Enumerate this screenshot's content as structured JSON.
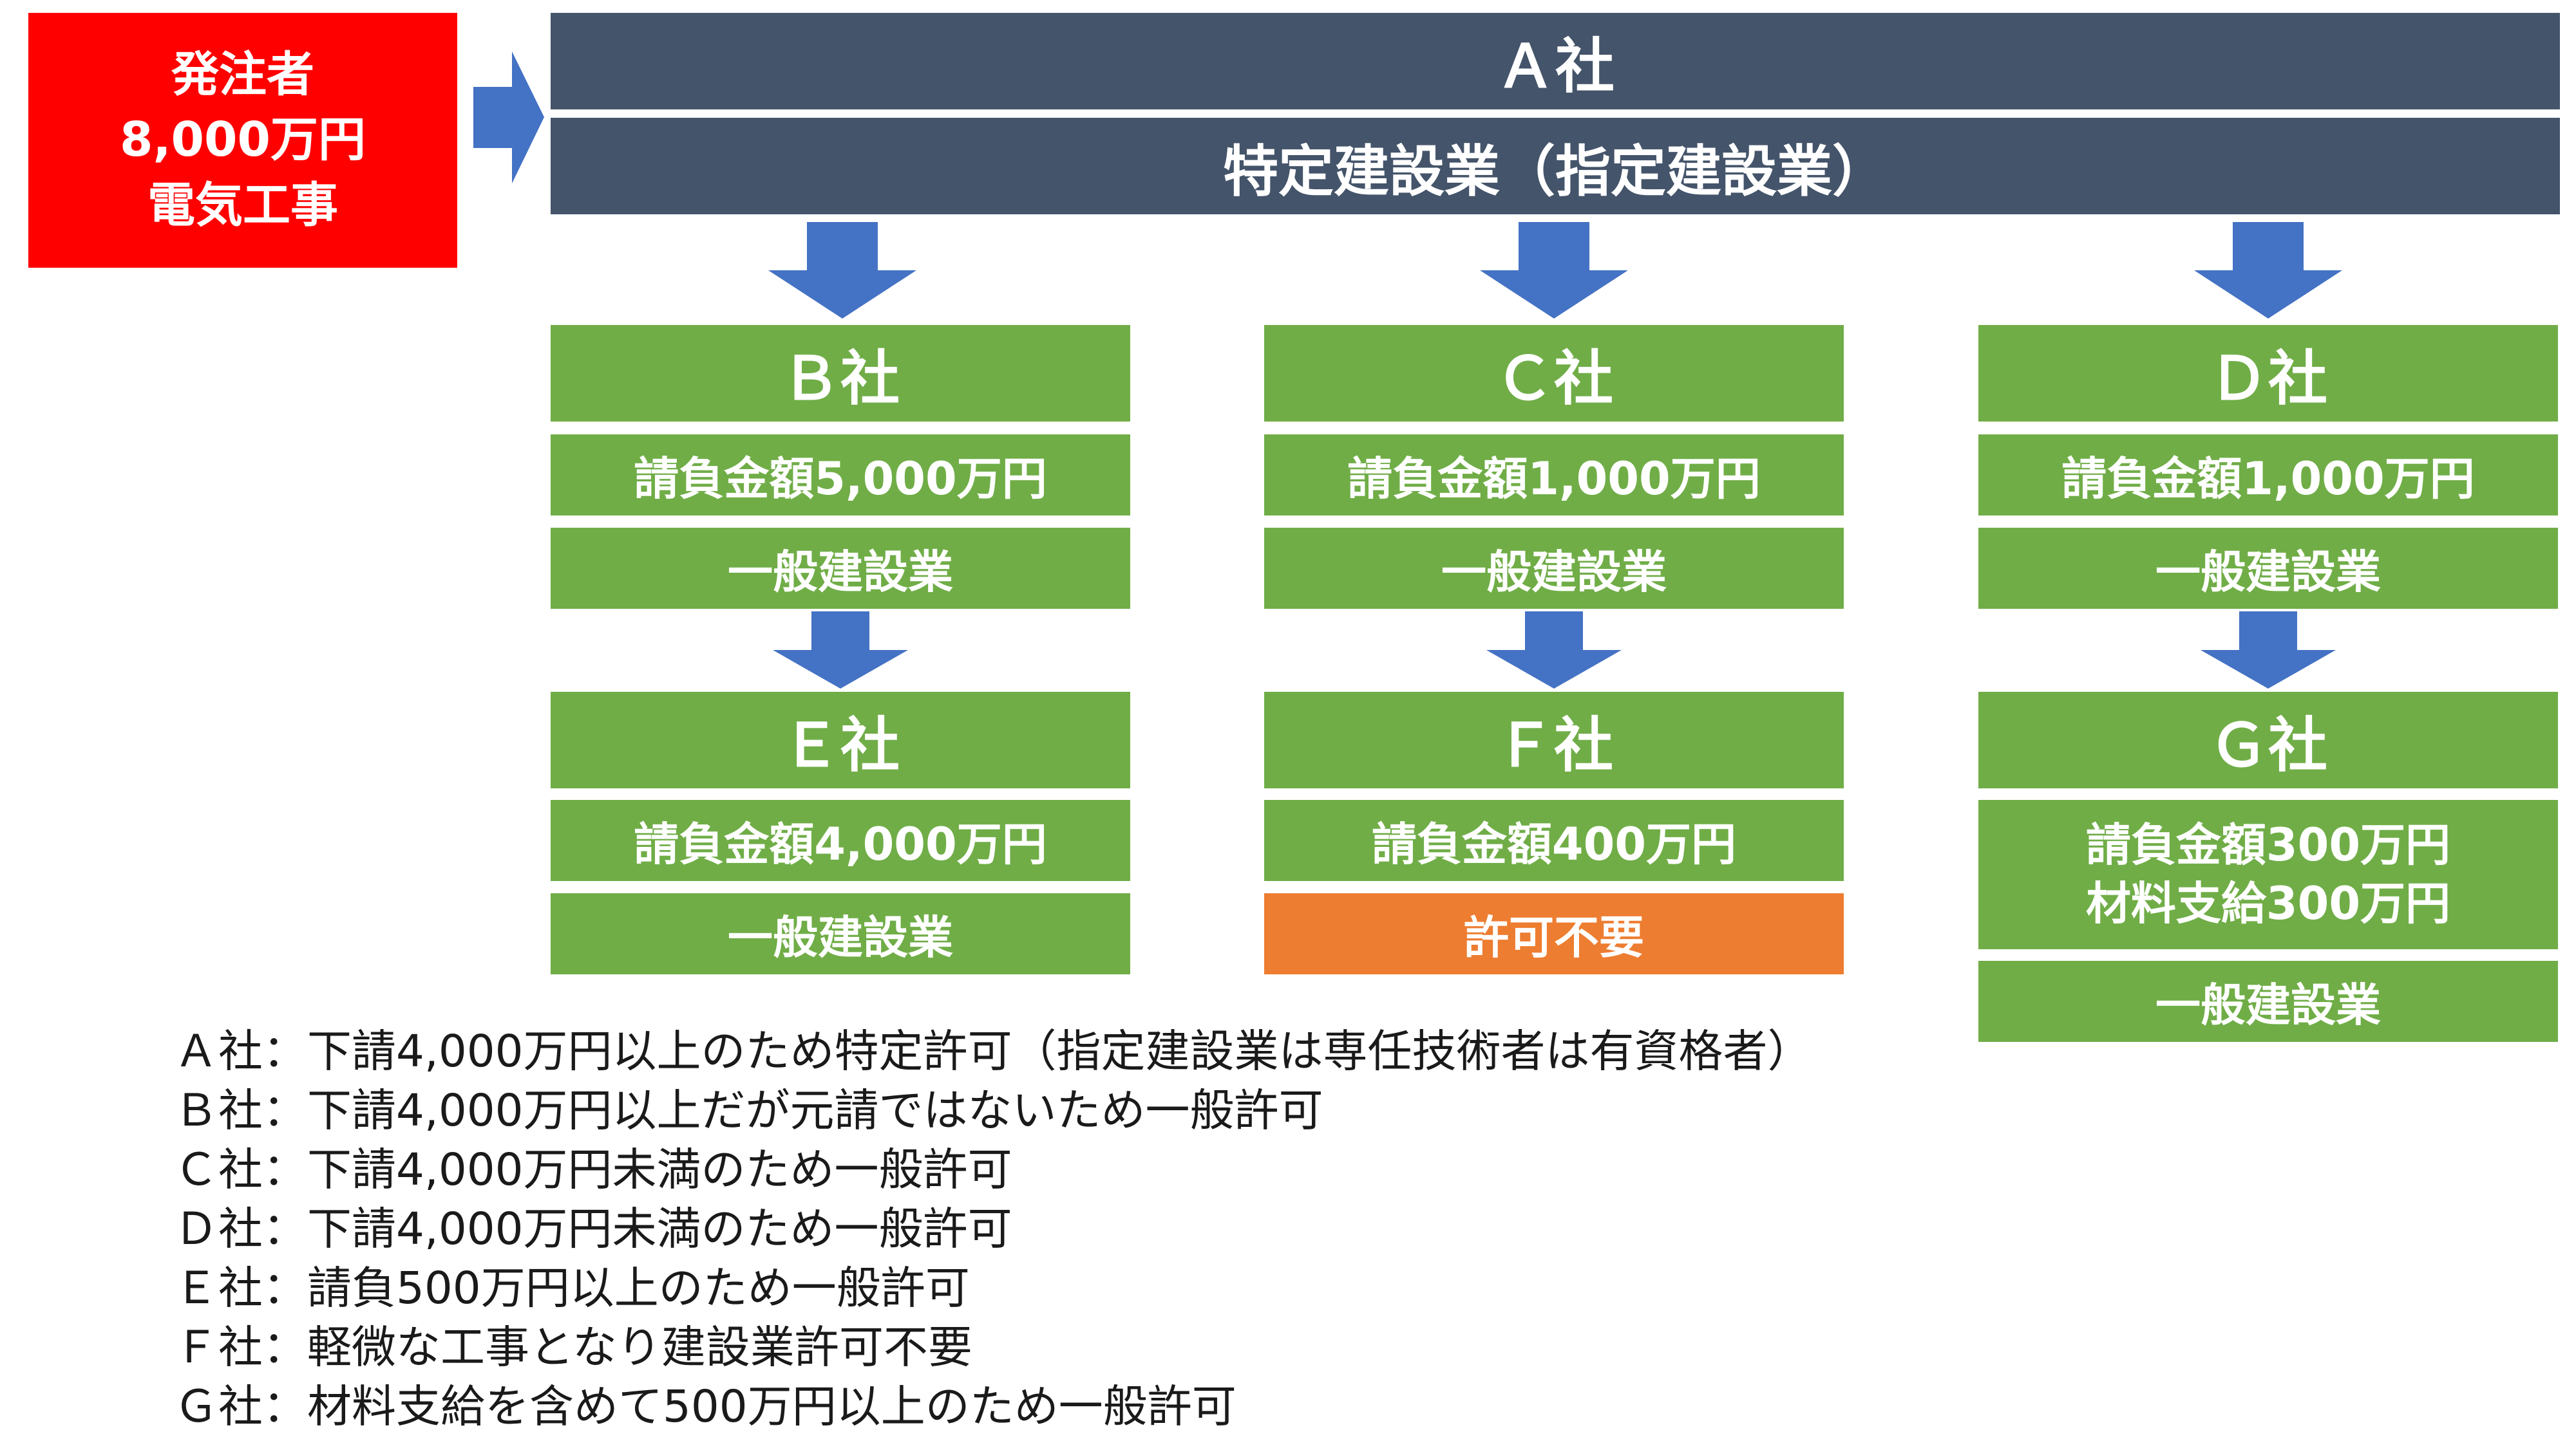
{
  "client": {
    "lines": [
      "発注者",
      "8,000万円",
      "電気工事"
    ]
  },
  "prime": {
    "name": "Ａ社",
    "type": "特定建設業（指定建設業）"
  },
  "companies": {
    "b": {
      "name": "Ｂ社",
      "amount": "請負金額5,000万円",
      "type": "一般建設業"
    },
    "c": {
      "name": "Ｃ社",
      "amount": "請負金額1,000万円",
      "type": "一般建設業"
    },
    "d": {
      "name": "Ｄ社",
      "amount": "請負金額1,000万円",
      "type": "一般建設業"
    },
    "e": {
      "name": "Ｅ社",
      "amount": "請負金額4,000万円",
      "type": "一般建設業"
    },
    "f": {
      "name": "Ｆ社",
      "amount": "請負金額400万円",
      "type": "許可不要"
    },
    "g": {
      "name": "Ｇ社",
      "amount": "請負金額300万円",
      "material": "材料支給300万円",
      "type": "一般建設業"
    }
  },
  "colors": {
    "client": "#fe0000",
    "prime": "#44546a",
    "sub": "#70ad47",
    "exempt": "#ed7d31",
    "arrow": "#4472c4"
  },
  "notes": [
    "Ａ社：下請4,000万円以上のため特定許可（指定建設業は専任技術者は有資格者）",
    "Ｂ社：下請4,000万円以上だが元請ではないため一般許可",
    "Ｃ社：下請4,000万円未満のため一般許可",
    "Ｄ社：下請4,000万円未満のため一般許可",
    "Ｅ社：請負500万円以上のため一般許可",
    "Ｆ社：軽微な工事となり建設業許可不要",
    "Ｇ社：材料支給を含めて500万円以上のため一般許可"
  ]
}
